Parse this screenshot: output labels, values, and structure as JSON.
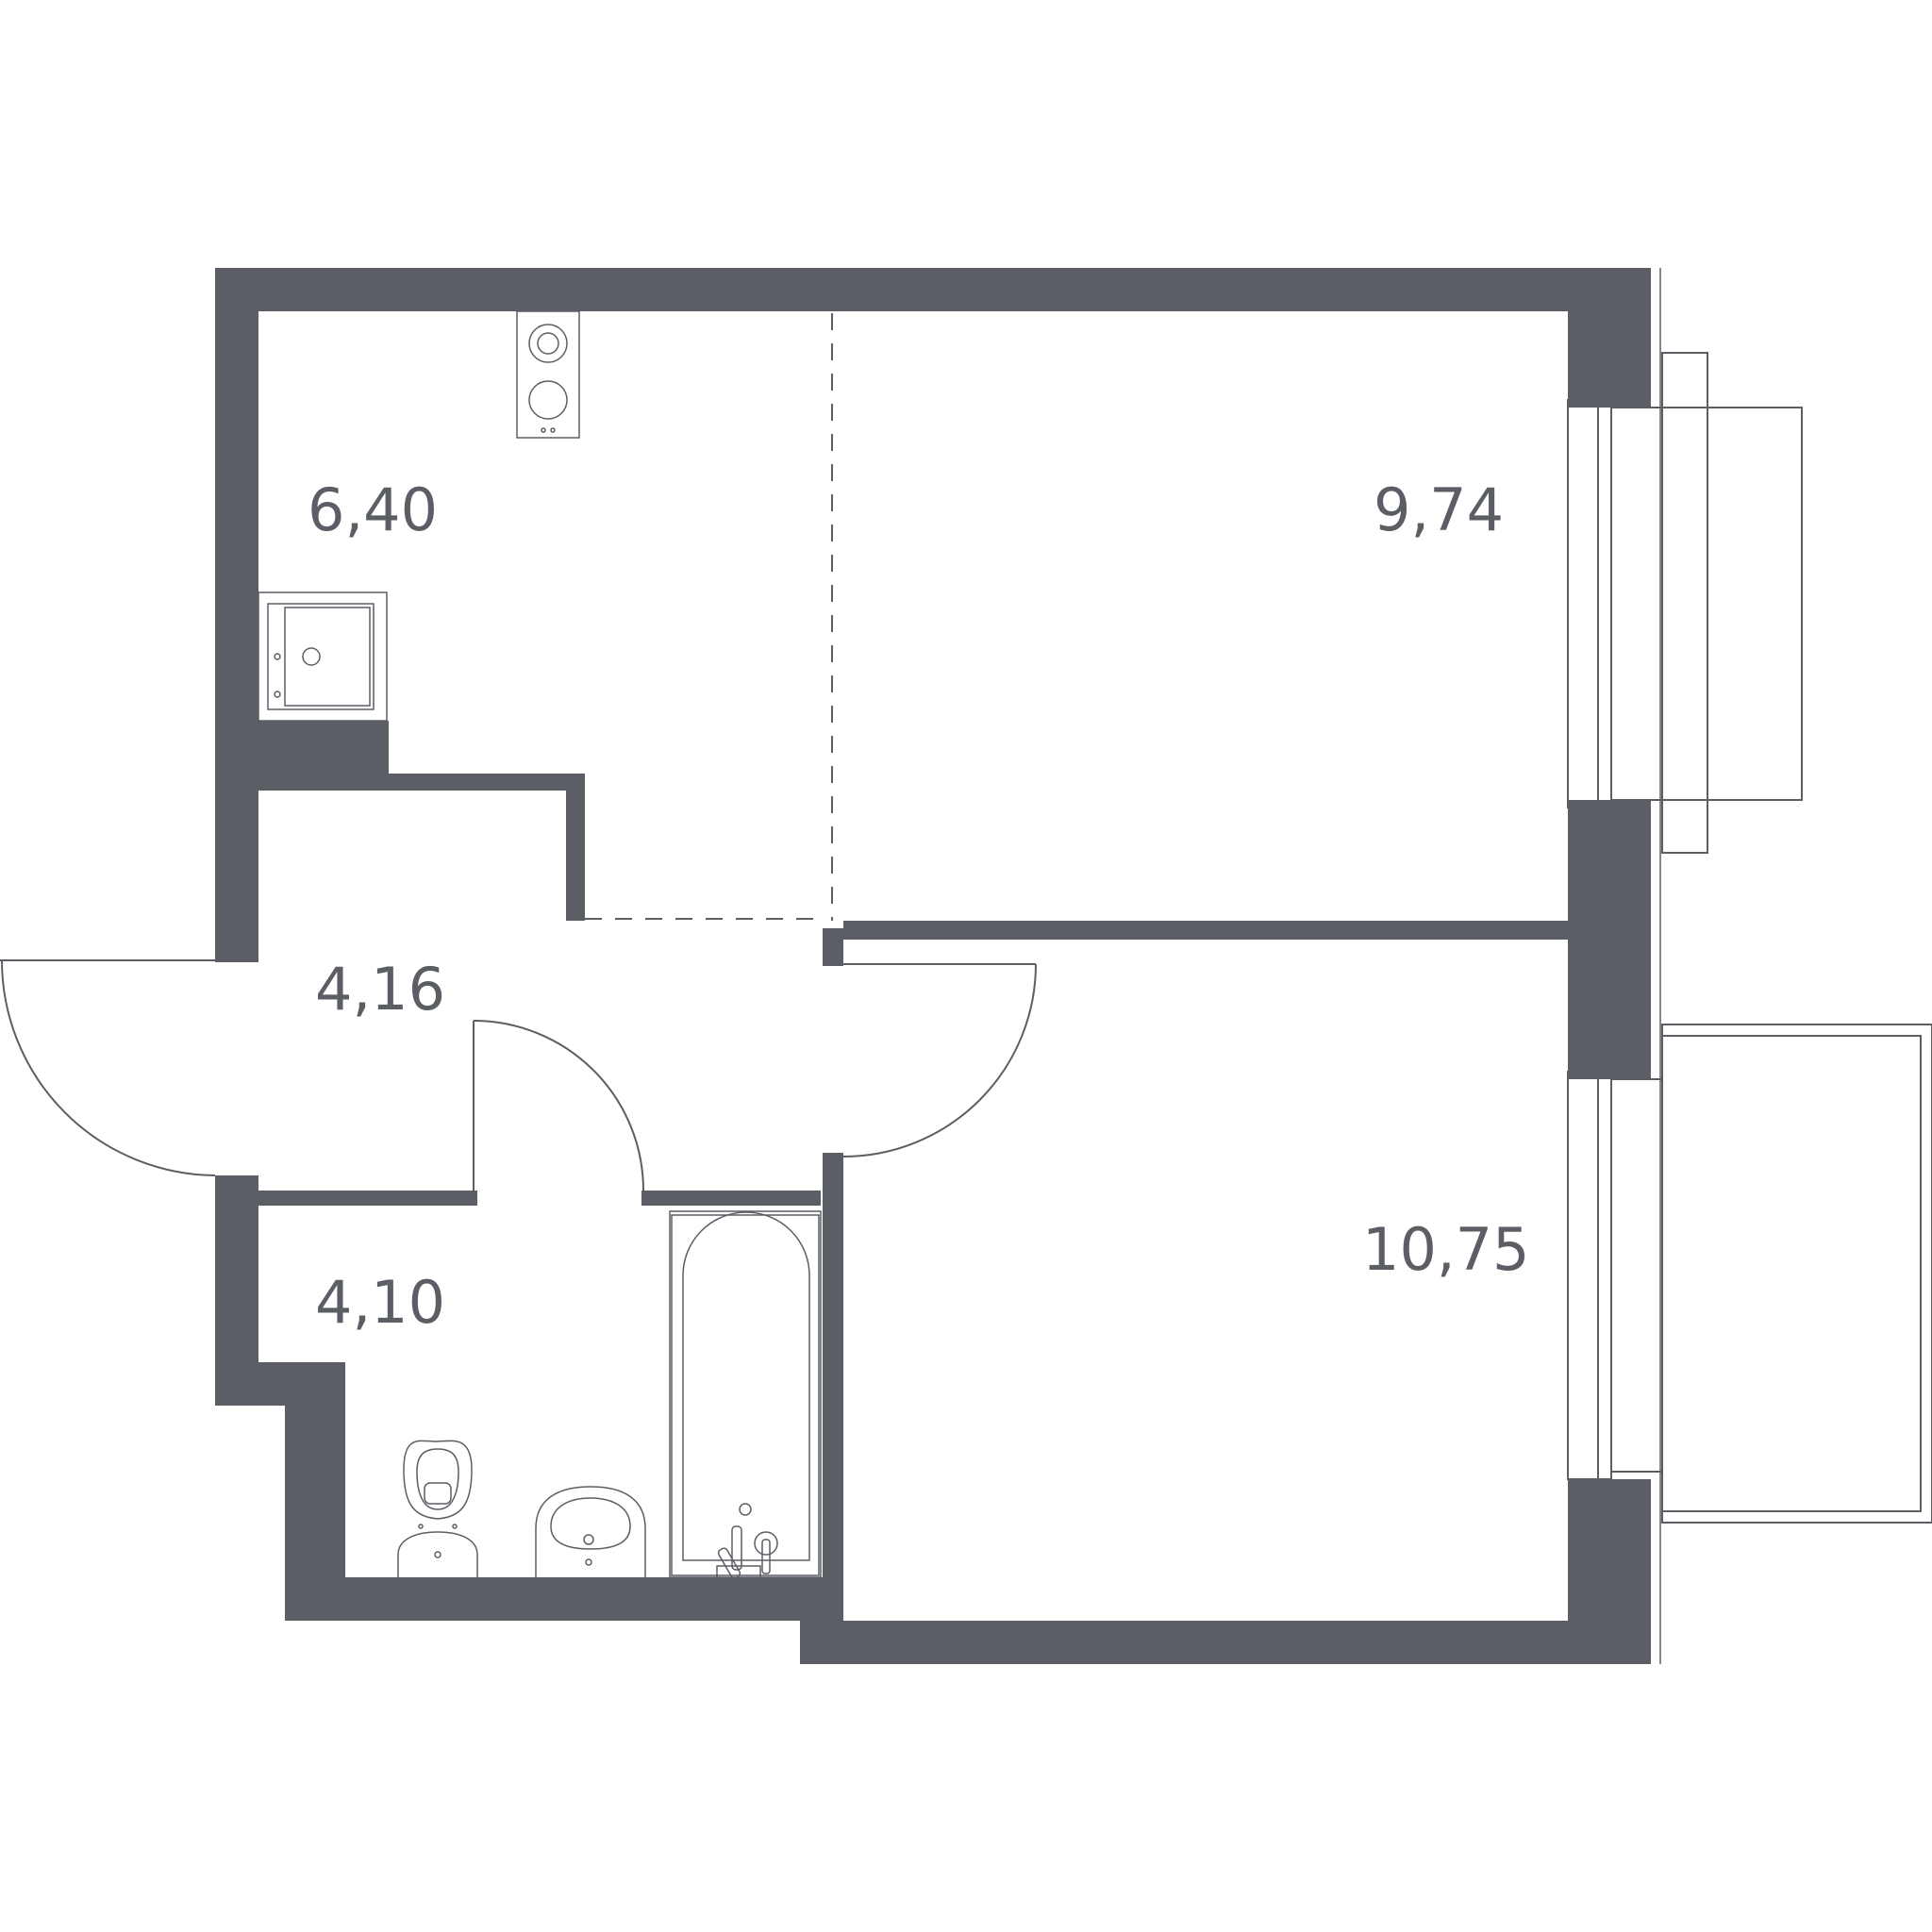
{
  "plan": {
    "wall_color": "#5b5e65",
    "background": "#ffffff",
    "rooms": {
      "kitchen": {
        "area": "6,40"
      },
      "room_top": {
        "area": "9,74"
      },
      "hall": {
        "area": "4,16"
      },
      "bathroom": {
        "area": "4,10"
      },
      "room_bottom": {
        "area": "10,75"
      }
    }
  }
}
